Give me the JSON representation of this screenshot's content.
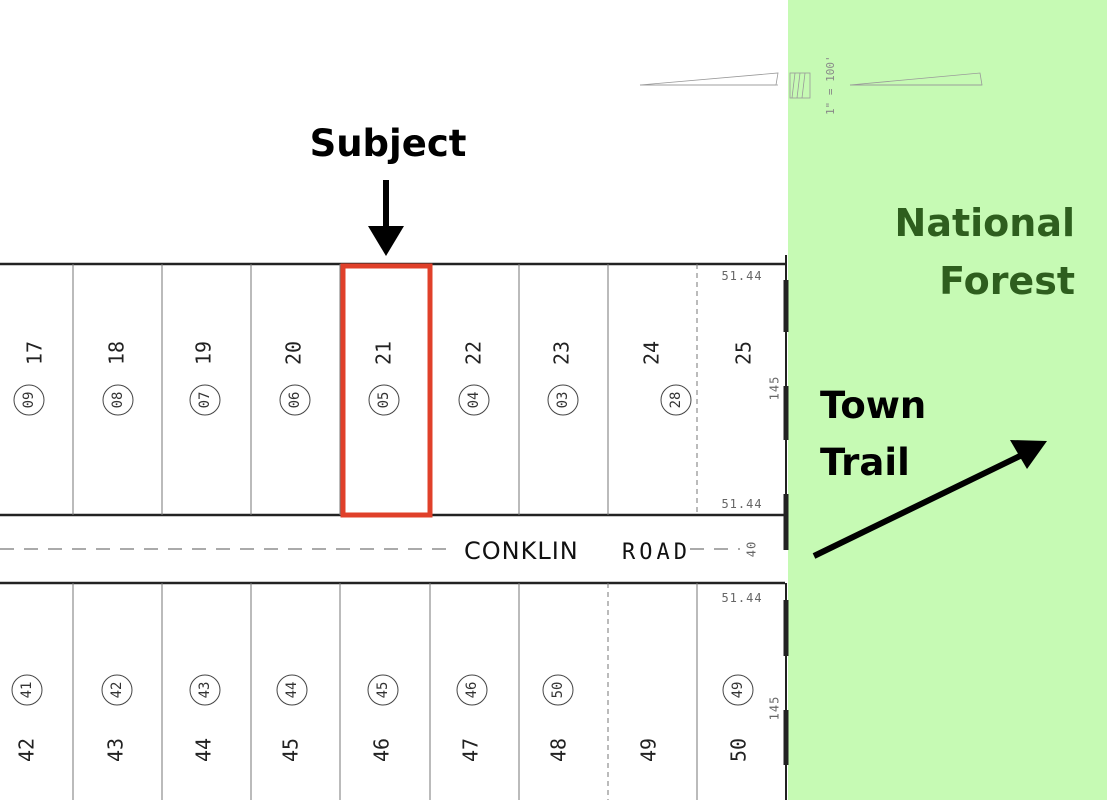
{
  "labels": {
    "subject": "Subject",
    "forest_line1": "National",
    "forest_line2": "Forest",
    "trail_line1": "Town",
    "trail_line2": "Trail",
    "road_name_1": "CONKLIN",
    "road_name_2": "ROAD",
    "scale_text": "1\" = 100'"
  },
  "dimensions": {
    "top_frontage_top": "51.44",
    "top_frontage_bottom": "51.44",
    "bottom_frontage": "51.44",
    "lot_depth_top": "145",
    "lot_depth_bottom": "145",
    "road_width": "40"
  },
  "top_lots": [
    {
      "lot": "17",
      "parcel": "09"
    },
    {
      "lot": "18",
      "parcel": "08"
    },
    {
      "lot": "19",
      "parcel": "07"
    },
    {
      "lot": "20",
      "parcel": "06"
    },
    {
      "lot": "21",
      "parcel": "05"
    },
    {
      "lot": "22",
      "parcel": "04"
    },
    {
      "lot": "23",
      "parcel": "03"
    },
    {
      "lot": "24",
      "parcel": "28"
    },
    {
      "lot": "25",
      "parcel": ""
    }
  ],
  "bottom_lots": [
    {
      "lot": "42",
      "parcel": "41"
    },
    {
      "lot": "43",
      "parcel": "42"
    },
    {
      "lot": "44",
      "parcel": "43"
    },
    {
      "lot": "45",
      "parcel": "44"
    },
    {
      "lot": "46",
      "parcel": "45"
    },
    {
      "lot": "47",
      "parcel": "46"
    },
    {
      "lot": "48",
      "parcel": "50"
    },
    {
      "lot": "49",
      "parcel": ""
    },
    {
      "lot": "50",
      "parcel": "49"
    }
  ],
  "colors": {
    "forest_fill": "#c6fab4",
    "forest_text": "#2e5e1e",
    "subject_outline": "#e0402a",
    "lines": "#222222"
  },
  "icons": {
    "subject_arrow": "arrow-down-icon",
    "trail_arrow": "arrow-up-right-icon",
    "scale_bar": "scale-bar-icon"
  }
}
